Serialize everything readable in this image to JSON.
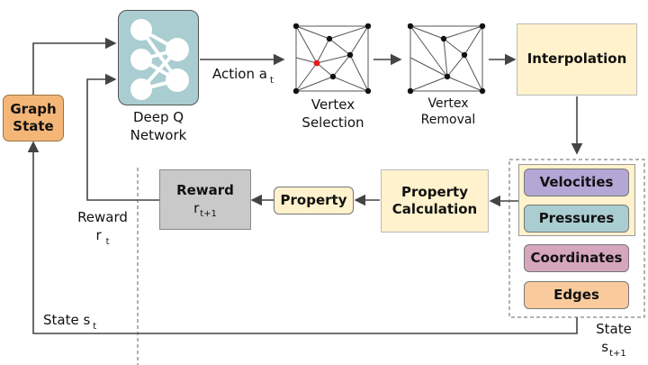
{
  "graph_state": "Graph\nState",
  "dqn": {
    "label_line1": "Deep Q",
    "label_line2": "Network"
  },
  "action": {
    "text": "Action a",
    "sub": "t"
  },
  "vertex_selection": {
    "line1": "Vertex",
    "line2": "Selection"
  },
  "vertex_removal": {
    "line1": "Vertex",
    "line2": "Removal"
  },
  "interpolation": "Interpolation",
  "reward_box": {
    "text": "Reward",
    "sub": "r",
    "subsub": "t+1"
  },
  "property": "Property",
  "property_calc": {
    "line1": "Property",
    "line2": "Calculation"
  },
  "state_fields": {
    "velocities": "Velocities",
    "pressures": "Pressures",
    "coordinates": "Coordinates",
    "edges": "Edges"
  },
  "reward_label": {
    "line1": "Reward",
    "r": "r",
    "sub": "t"
  },
  "state_st": {
    "text": "State s",
    "sub": "t"
  },
  "state_st1": {
    "line1": "State",
    "s": "s",
    "sub": "t+1"
  },
  "colors": {
    "graph_state": "#f4b677",
    "dqn": "#a9cdd0",
    "interpolation": "#fff2cc",
    "reward": "#c9c9c9",
    "property": "#fff2cc",
    "velocities": "#b4a7d6",
    "pressures": "#a9cdd0",
    "coordinates": "#d5a6bd",
    "edges": "#f9cb9c",
    "accent_vertex": "#e31a1c"
  }
}
